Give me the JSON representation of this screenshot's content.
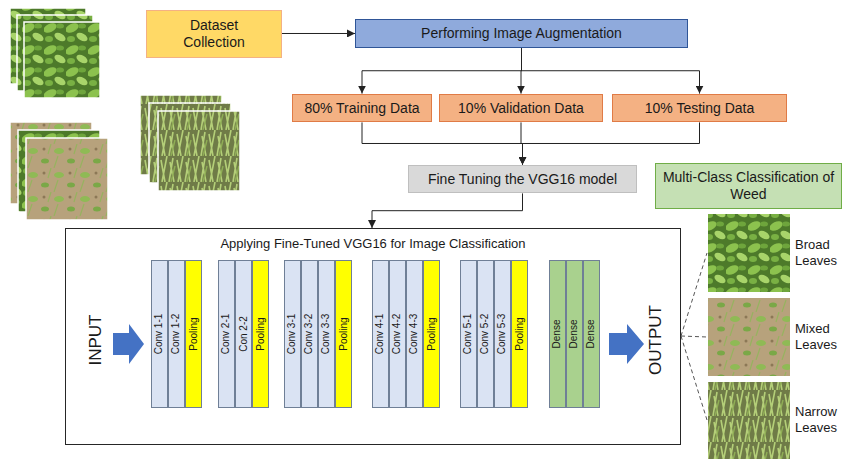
{
  "diagram": {
    "nodes": [
      {
        "text": [
          "Dataset Collection"
        ]
      },
      {
        "text": [
          "Performing Image Augmentation"
        ]
      },
      {
        "text": [
          "80% Training Data"
        ]
      },
      {
        "text": [
          "10% Validation Data"
        ]
      },
      {
        "text": [
          "10% Testing Data"
        ]
      },
      {
        "text": [
          "Fine Tuning the VGG16 model"
        ]
      },
      {
        "text": [
          "Multi-Class Classification of Weed"
        ]
      },
      {
        "text": [
          "Applying Fine-Tuned VGG16 for Image Classification"
        ]
      },
      {
        "text": [
          "Conv 1-1"
        ],
        "in": 7
      },
      {
        "text": [
          "Conv 1-2"
        ],
        "in": 7
      },
      {
        "text": [
          "Pooling"
        ],
        "in": 7
      },
      {
        "text": [
          "Conv 2-1"
        ],
        "in": 7
      },
      {
        "text": [
          "Con 2-2"
        ],
        "in": 7
      },
      {
        "text": [
          "Pooling"
        ],
        "in": 7
      },
      {
        "text": [
          "Conv 3-1"
        ],
        "in": 7
      },
      {
        "text": [
          "Conv 3-2"
        ],
        "in": 7
      },
      {
        "text": [
          "Conv 3-3"
        ],
        "in": 7
      },
      {
        "text": [
          "Pooling"
        ],
        "in": 7
      },
      {
        "text": [
          "Conv 4-1"
        ],
        "in": 7
      },
      {
        "text": [
          "Conv 4-2"
        ],
        "in": 7
      },
      {
        "text": [
          "Conv 4-3"
        ],
        "in": 7
      },
      {
        "text": [
          "Pooling"
        ],
        "in": 7
      },
      {
        "text": [
          "Conv 5-1"
        ],
        "in": 7
      },
      {
        "text": [
          "Conv 5-2"
        ],
        "in": 7
      },
      {
        "text": [
          "Conv 5-3"
        ],
        "in": 7
      },
      {
        "text": [
          "Pooling"
        ],
        "in": 7
      },
      {
        "text": [
          "Dense"
        ],
        "in": 7
      },
      {
        "text": [
          "Dense"
        ],
        "in": 7
      },
      {
        "text": [
          "Dense"
        ],
        "in": 7
      }
    ],
    "edges": [
      {
        "from": 0,
        "to": 1,
        "arrow": "to"
      },
      {
        "from": 1,
        "to": 2,
        "arrow": "to"
      },
      {
        "from": 1,
        "to": 3,
        "arrow": "to"
      },
      {
        "from": 1,
        "to": 4,
        "arrow": "to"
      },
      {
        "from": 2,
        "to": 5,
        "arrow": "to"
      },
      {
        "from": 3,
        "to": 5,
        "arrow": "to"
      },
      {
        "from": 4,
        "to": 5,
        "arrow": "to"
      },
      {
        "from": 5,
        "to": 7,
        "arrow": "to"
      }
    ],
    "labels": [
      "INPUT",
      "OUTPUT",
      "Broad Leaves",
      "Mixed Leaves",
      "Narrow Leaves"
    ]
  }
}
